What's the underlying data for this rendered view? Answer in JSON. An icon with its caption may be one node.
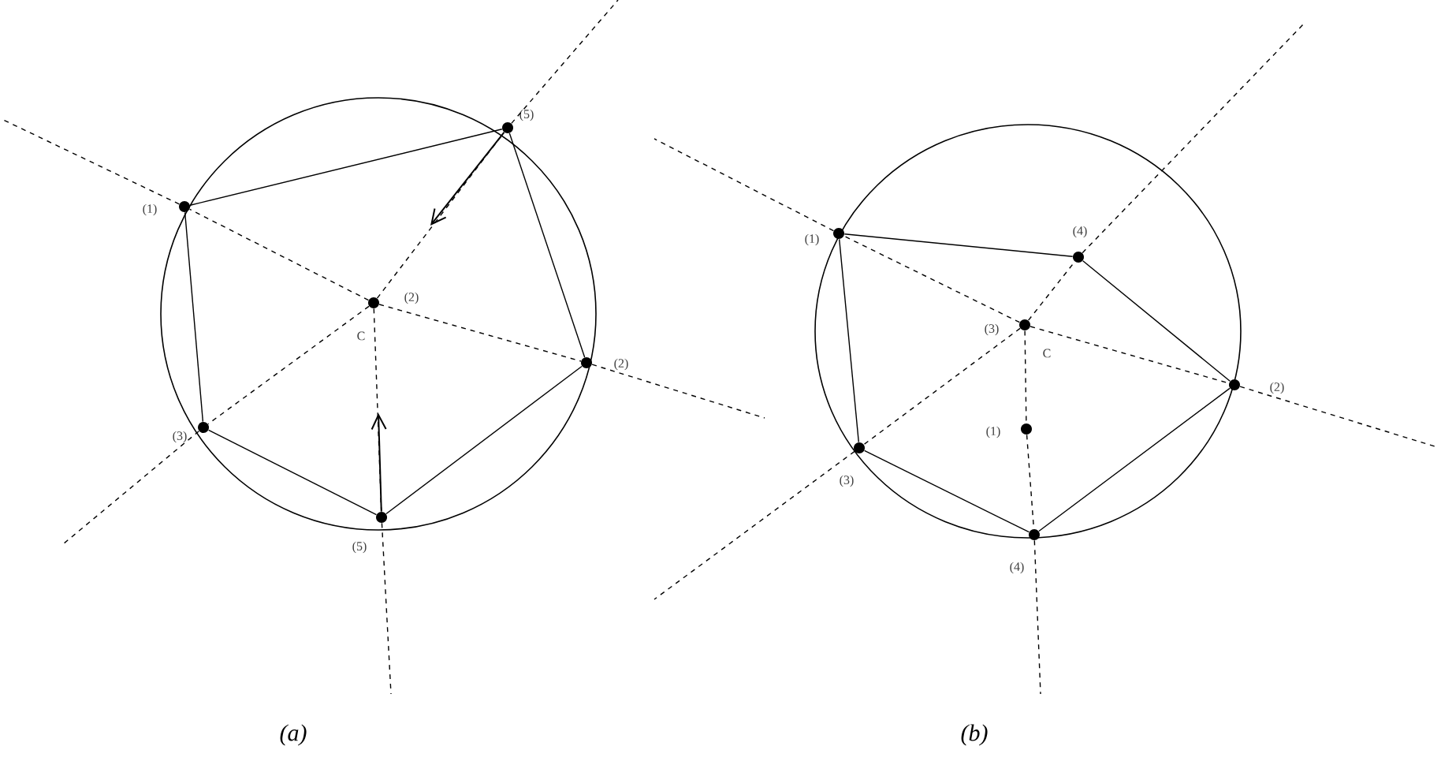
{
  "diagram": {
    "nodes": [
      {
        "text": [],
        "shape": "circle",
        "beside": [
          "(5)"
        ]
      },
      {
        "text": [],
        "shape": "circle",
        "beside": [
          "(1)"
        ]
      },
      {
        "text": [],
        "shape": "circle",
        "beside": [
          "(2)",
          "C"
        ]
      },
      {
        "text": [],
        "shape": "circle",
        "beside": [
          "(2)"
        ]
      },
      {
        "text": [],
        "shape": "circle",
        "beside": [
          "(3)"
        ]
      },
      {
        "text": [],
        "shape": "circle",
        "beside": [
          "(5)"
        ]
      },
      {
        "text": [],
        "shape": "circle",
        "beside": [
          "(1)"
        ]
      },
      {
        "text": [],
        "shape": "circle",
        "beside": [
          "(4)"
        ]
      },
      {
        "text": [],
        "shape": "circle",
        "beside": [
          "(3)",
          "C"
        ]
      },
      {
        "text": [],
        "shape": "circle",
        "beside": [
          "(2)"
        ]
      },
      {
        "text": [],
        "shape": "circle",
        "beside": [
          "(1)"
        ]
      },
      {
        "text": [],
        "shape": "circle",
        "beside": [
          "(3)"
        ]
      },
      {
        "text": [],
        "shape": "circle",
        "beside": [
          "(4)"
        ]
      }
    ],
    "edges": [
      {
        "from": 1,
        "to": 0,
        "arrow": "none"
      },
      {
        "from": 0,
        "to": 3,
        "arrow": "none"
      },
      {
        "from": 3,
        "to": 5,
        "arrow": "none"
      },
      {
        "from": 5,
        "to": 4,
        "arrow": "none"
      },
      {
        "from": 4,
        "to": 1,
        "arrow": "none"
      },
      {
        "from": 2,
        "to": 0,
        "arrow": "none",
        "style": "dashed"
      },
      {
        "from": 2,
        "to": 1,
        "arrow": "none",
        "style": "dashed"
      },
      {
        "from": 2,
        "to": 3,
        "arrow": "none",
        "style": "dashed"
      },
      {
        "from": 2,
        "to": 4,
        "arrow": "none",
        "style": "dashed"
      },
      {
        "from": 2,
        "to": 5,
        "arrow": "none",
        "style": "dashed"
      },
      {
        "from": 0,
        "to": null,
        "arrow": "none",
        "style": "dashed"
      },
      {
        "from": 1,
        "to": null,
        "arrow": "none",
        "style": "dashed"
      },
      {
        "from": 3,
        "to": null,
        "arrow": "none",
        "style": "dashed"
      },
      {
        "from": 4,
        "to": null,
        "arrow": "none",
        "style": "dashed"
      },
      {
        "from": 5,
        "to": null,
        "arrow": "none",
        "style": "dashed"
      },
      {
        "from": 0,
        "to": null,
        "arrow": "to"
      },
      {
        "from": 5,
        "to": null,
        "arrow": "to"
      },
      {
        "from": 6,
        "to": 7,
        "arrow": "none"
      },
      {
        "from": 7,
        "to": 9,
        "arrow": "none"
      },
      {
        "from": 9,
        "to": 12,
        "arrow": "none"
      },
      {
        "from": 12,
        "to": 11,
        "arrow": "none"
      },
      {
        "from": 11,
        "to": 6,
        "arrow": "none"
      },
      {
        "from": 8,
        "to": 6,
        "arrow": "none",
        "style": "dashed"
      },
      {
        "from": 8,
        "to": 7,
        "arrow": "none",
        "style": "dashed"
      },
      {
        "from": 8,
        "to": 9,
        "arrow": "none",
        "style": "dashed"
      },
      {
        "from": 8,
        "to": 11,
        "arrow": "none",
        "style": "dashed"
      },
      {
        "from": 8,
        "to": 10,
        "arrow": "none",
        "style": "dashed"
      },
      {
        "from": 10,
        "to": 12,
        "arrow": "none",
        "style": "dashed"
      },
      {
        "from": 6,
        "to": null,
        "arrow": "none",
        "style": "dashed"
      },
      {
        "from": 7,
        "to": null,
        "arrow": "none",
        "style": "dashed"
      },
      {
        "from": 9,
        "to": null,
        "arrow": "none",
        "style": "dashed"
      },
      {
        "from": 11,
        "to": null,
        "arrow": "none",
        "style": "dashed"
      },
      {
        "from": 12,
        "to": null,
        "arrow": "none",
        "style": "dashed"
      }
    ],
    "labels": [
      "(a)",
      "(b)"
    ]
  }
}
